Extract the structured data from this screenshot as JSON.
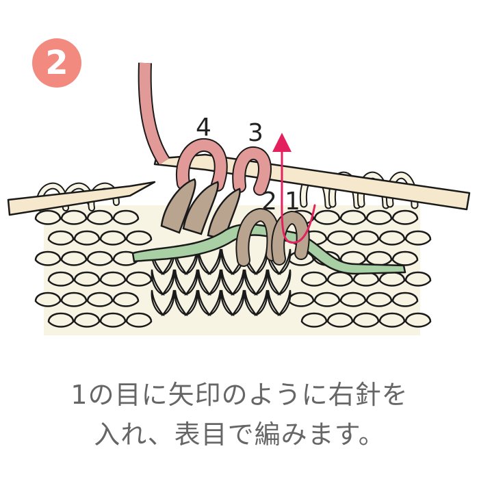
{
  "step_badge": {
    "number": "2",
    "color": "#f28a80"
  },
  "labels": {
    "stitch_4": "4",
    "stitch_3": "3",
    "stitch_2": "2",
    "stitch_1": "1"
  },
  "caption": {
    "line1": "1の目に矢印のように右針を",
    "line2": "入れ、表目で編みます。"
  },
  "colors": {
    "fabric": "#f7f4e4",
    "outline": "#1a1a1a",
    "needle": "#f5e8cc",
    "working_yarn": "#e29a98",
    "crossed_stitches": "#b9a58f",
    "cable_needle": "#a9d0a4",
    "arrow": "#e2215e"
  }
}
